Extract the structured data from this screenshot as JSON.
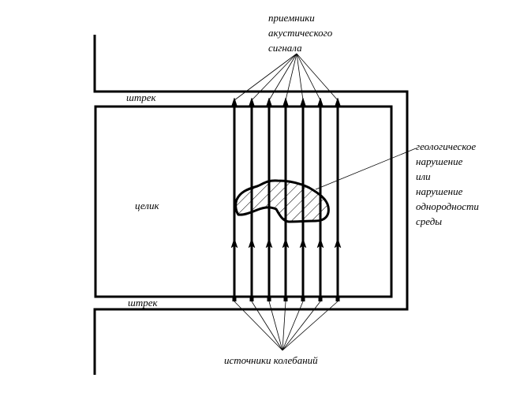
{
  "labels": {
    "receivers": [
      "приемники",
      "акустического",
      "сигнала"
    ],
    "drift_top": "штрек",
    "drift_bottom": "штрек",
    "pillar": "целик",
    "anomaly": [
      "геологическое",
      "нарушение",
      "или",
      "нарушение",
      "однородности",
      "среды"
    ],
    "sources": "источники колебаний"
  },
  "diagram": {
    "ray_count": 7,
    "line_color": "#000000",
    "hatch_color": "#000000"
  }
}
